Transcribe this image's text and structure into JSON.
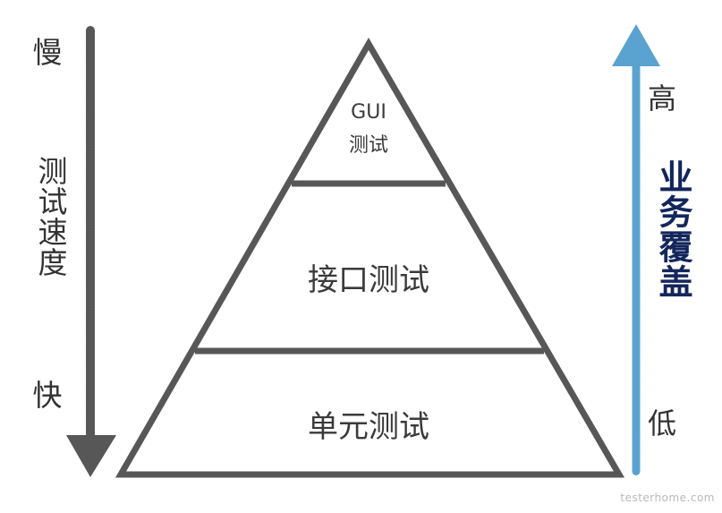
{
  "left_axis": {
    "top": "慢",
    "middle": "测试速度",
    "bottom": "快",
    "arrow_color": "#575757"
  },
  "right_axis": {
    "top": "高",
    "middle": "业务覆盖",
    "bottom": "低",
    "arrow_color": "#5aa3d0",
    "middle_color": "#13265c"
  },
  "pyramid": {
    "tiers": [
      {
        "line1": "GUI",
        "line2": "测试"
      },
      {
        "label": "接口测试"
      },
      {
        "label": "单元测试"
      }
    ],
    "outline_color": "#575757"
  },
  "watermark": "testerhome.com"
}
